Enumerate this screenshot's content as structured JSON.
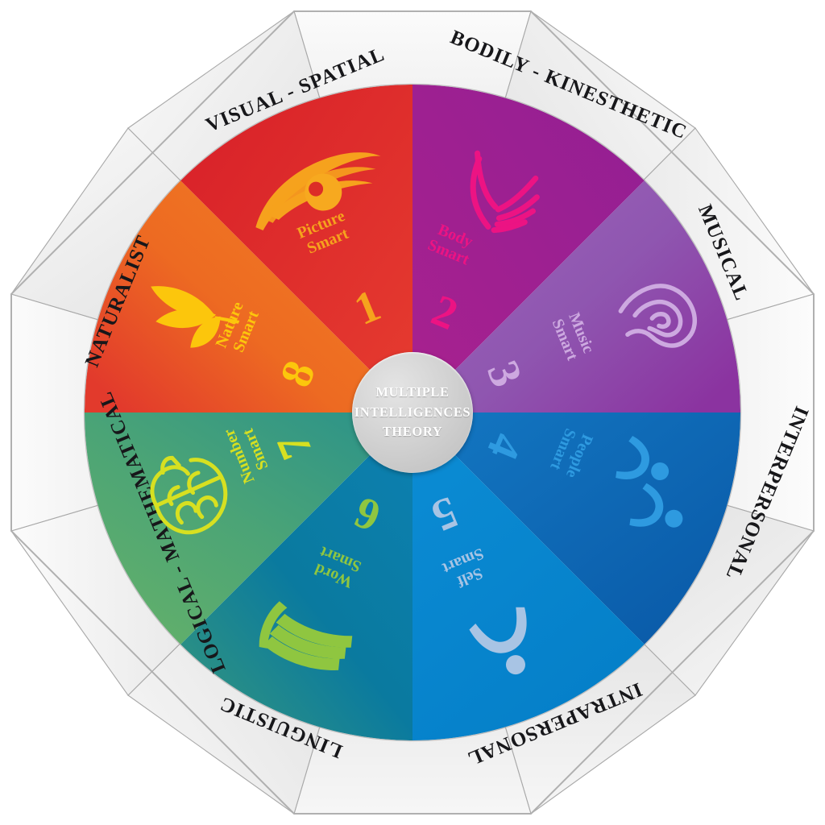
{
  "diagram": {
    "title": "Multiple Intelligences Theory Wheel",
    "center": {
      "line1": "MULTIPLE",
      "line2": "INTELLIGENCES",
      "line3": "THEORY"
    },
    "bezel_color": "#dcdcdc",
    "background": "#ffffff"
  },
  "sectors": [
    {
      "id": "visual-spatial",
      "outer_label": "VISUAL - SPATIAL",
      "inner_label_line1": "Picture",
      "inner_label_line2": "Smart",
      "number": "1",
      "icon": "eye-icon",
      "color": "#e02e2b",
      "accent": "#f5a51e"
    },
    {
      "id": "bodily-kinesthetic",
      "outer_label": "BODILY - KINESTHETIC",
      "inner_label_line1": "Body",
      "inner_label_line2": "Smart",
      "number": "2",
      "icon": "hand-icon",
      "color": "#9b2191",
      "accent": "#ec1383"
    },
    {
      "id": "musical",
      "outer_label": "MUSICAL",
      "inner_label_line1": "Music",
      "inner_label_line2": "Smart",
      "number": "3",
      "icon": "ear-icon",
      "color": "#8e54b0",
      "accent": "#c9a6dd"
    },
    {
      "id": "interpersonal",
      "outer_label": "INTERPERSONAL",
      "inner_label_line1": "People",
      "inner_label_line2": "Smart",
      "number": "4",
      "icon": "two-people-icon",
      "color": "#0a62b0",
      "accent": "#2e9ae0"
    },
    {
      "id": "intrapersonal",
      "outer_label": "INTRAPERSONAL",
      "inner_label_line1": "Self",
      "inner_label_line2": "Smart",
      "number": "5",
      "icon": "person-icon",
      "color": "#0584ce",
      "accent": "#a8c4e4"
    },
    {
      "id": "linguistic",
      "outer_label": "LINGUISTIC",
      "inner_label_line1": "Word",
      "inner_label_line2": "Smart",
      "number": "6",
      "icon": "book-icon",
      "color": "#00789c",
      "accent": "#8fc640"
    },
    {
      "id": "logical-mathematical",
      "outer_label": "LOGICAL - MATHEMATICAL",
      "inner_label_line1": "Number",
      "inner_label_line2": "Smart",
      "number": "7",
      "icon": "brain-icon",
      "color": "#4faa72",
      "accent": "#d7e021"
    },
    {
      "id": "naturalist",
      "outer_label": "NATURALIST",
      "inner_label_line1": "Nature",
      "inner_label_line2": "Smart",
      "number": "8",
      "icon": "leaves-icon",
      "color": "#ef6b22",
      "accent": "#fcc60c"
    }
  ]
}
